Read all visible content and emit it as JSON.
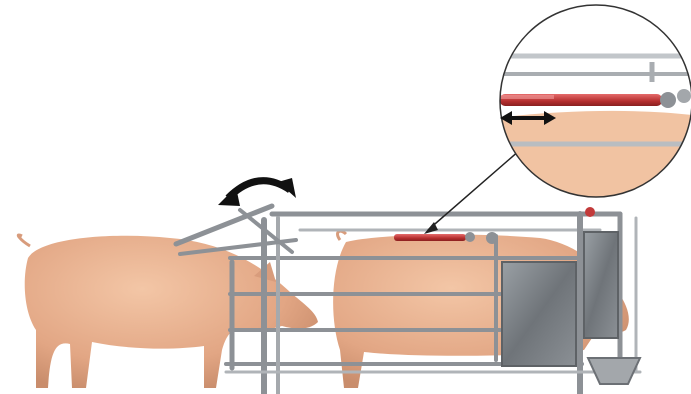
{
  "illustration": {
    "subjects": [
      "pig-outside-pen",
      "pig-inside-crate"
    ],
    "callout": {
      "shows": "red-linear-actuator",
      "motion": "back-and-forth"
    },
    "rotation_indicator": "curved-double-arrow",
    "colors": {
      "pig_skin": "#e8b08e",
      "pig_shadow": "#c98d6c",
      "frame_steel": "#8d9196",
      "frame_light": "#c9cdd1",
      "actuator_red": "#c23a3a",
      "panel_gray": "#7d8286",
      "arrow": "#111111"
    }
  }
}
